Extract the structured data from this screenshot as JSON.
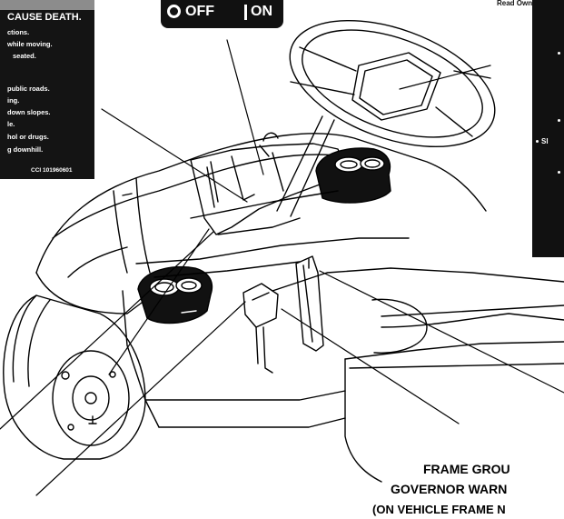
{
  "warning_label": {
    "heading": "CAUSE DEATH.",
    "lines": [
      "ctions.",
      "while moving.",
      "seated.",
      "public roads.",
      "ing.",
      "down slopes.",
      "le.",
      "hol or drugs.",
      "g downhill."
    ],
    "code": "CCI 101960601"
  },
  "key_switch_label": {
    "off": "OFF",
    "on": "ON"
  },
  "owners_manual_label": {
    "title_fragment": "Read Own",
    "line_fragment": "Sl"
  },
  "callout": {
    "line1": "FRAME GROU",
    "line2": "GOVERNOR WARN",
    "line3": "(ON VEHICLE FRAME N"
  }
}
